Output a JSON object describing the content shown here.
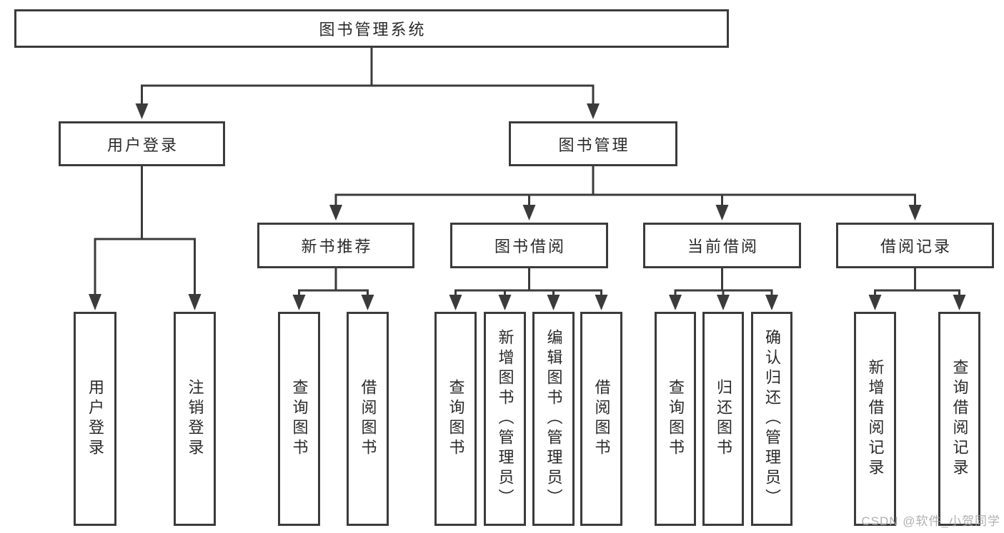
{
  "diagram": {
    "type": "hierarchy-tree",
    "root": {
      "label": "图书管理系统"
    },
    "level2": {
      "login": {
        "label": "用户登录"
      },
      "manage": {
        "label": "图书管理"
      }
    },
    "level3": {
      "recommend": {
        "label": "新书推荐",
        "parent": "图书管理"
      },
      "borrow": {
        "label": "图书借阅",
        "parent": "图书管理"
      },
      "current": {
        "label": "当前借阅",
        "parent": "图书管理"
      },
      "records": {
        "label": "借阅记录",
        "parent": "图书管理"
      }
    },
    "leaves": {
      "login": [
        "用户登录",
        "注销登录"
      ],
      "recommend": [
        "查询图书",
        "借阅图书"
      ],
      "borrow": [
        "查询图书",
        "新增图书（管理员）",
        "编辑图书（管理员）",
        "借阅图书"
      ],
      "current": [
        "查询图书",
        "归还图书",
        "确认归还（管理员）"
      ],
      "records": [
        "新增借阅记录",
        "查询借阅记录"
      ]
    }
  },
  "watermark": {
    "text": "CSDN @软件_小贺同学",
    "color": "#a8a8a8"
  },
  "colors": {
    "background": "#ffffff",
    "line": "#3b3b3b",
    "border": "#3b3b3b",
    "text": "#2a2a2a"
  }
}
